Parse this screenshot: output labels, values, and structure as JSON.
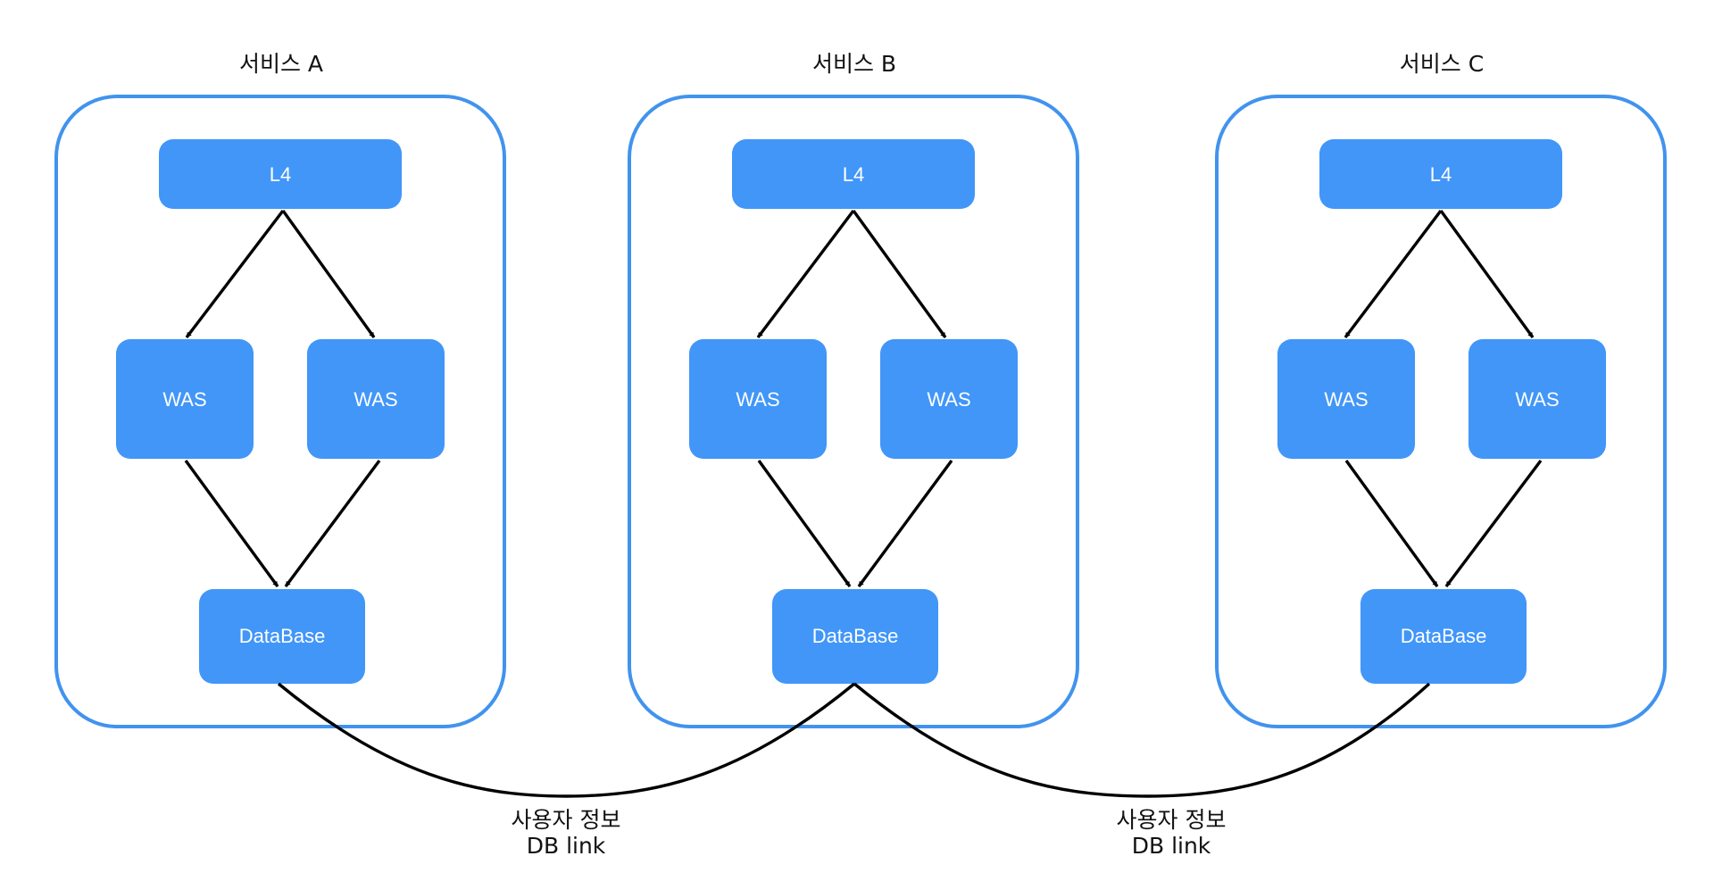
{
  "services": [
    {
      "title": "서비스 A",
      "l4": "L4",
      "was": [
        "WAS",
        "WAS"
      ],
      "database": "DataBase"
    },
    {
      "title": "서비스 B",
      "l4": "L4",
      "was": [
        "WAS",
        "WAS"
      ],
      "database": "DataBase"
    },
    {
      "title": "서비스 C",
      "l4": "L4",
      "was": [
        "WAS",
        "WAS"
      ],
      "database": "DataBase"
    }
  ],
  "links": [
    {
      "line1": "사용자 정보",
      "line2": "DB link"
    },
    {
      "line1": "사용자 정보",
      "line2": "DB link"
    }
  ],
  "colors": {
    "service_border": "#4193ee",
    "node_fill": "#4196f8",
    "node_text": "#ffffff",
    "connector": "#000000"
  }
}
